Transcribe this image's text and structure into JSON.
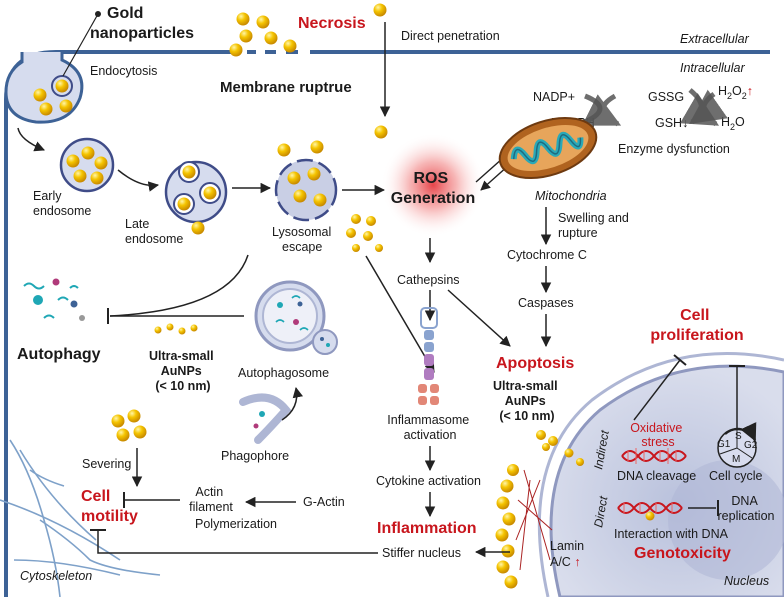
{
  "labels": {
    "gold_nanoparticles": [
      "Gold",
      "nanoparticles"
    ],
    "necrosis": "Necrosis",
    "membrane_rupture": "Membrane ruptrue",
    "direct_penetration": "Direct penetration",
    "extracellular": "Extracellular",
    "intracellular": "Intracellular",
    "endocytosis": "Endocytosis",
    "early_endosome": [
      "Early",
      "endosome"
    ],
    "late_endosome": [
      "Late",
      "endosome"
    ],
    "lysosomal_escape": [
      "Lysosomal",
      "escape"
    ],
    "ros_generation": [
      "ROS",
      "Generation"
    ],
    "nadp_plus": "NADP+",
    "nadph": "NADPH",
    "gssg": "GSSG",
    "gsh": "GSH",
    "h2o2_h2o": "H",
    "h2o2_2": "2",
    "h2o2_o": "O",
    "h2o2_o2": "2",
    "h2o_h": "H",
    "h2o_2": "2",
    "h2o_o": "O",
    "enzyme_dysfunction": "Enzyme dysfunction",
    "mitochondria": "Mitochondria",
    "swelling_rupture": [
      "Swelling and",
      "rupture"
    ],
    "cytochrome_c": "Cytochrome C",
    "caspases": "Caspases",
    "cathepsins": "Cathepsins",
    "apoptosis": "Apoptosis",
    "cell_proliferation": [
      "Cell",
      "proliferation"
    ],
    "autophagy": "Autophagy",
    "ultra_small_aunps_1": [
      "Ultra-small",
      "AuNPs",
      "(< 10 nm)"
    ],
    "ultra_small_aunps_2": [
      "Ultra-small",
      "AuNPs",
      "(< 10 nm)"
    ],
    "autophagosome": "Autophagosome",
    "phagophore": "Phagophore",
    "inflammasome_activation": [
      "Inflammasome",
      "activation"
    ],
    "cytokine_activation": "Cytokine activation",
    "inflammation": "Inflammation",
    "oxidative_stress": [
      "Oxidative",
      "stress"
    ],
    "indirect": "Indirect",
    "direct": "Direct",
    "dna_cleavage": "DNA cleavage",
    "cell_cycle": "Cell cycle",
    "g1": "G1",
    "s": "S",
    "g2": "G2",
    "m": "M",
    "dna_replication": [
      "DNA",
      "replication"
    ],
    "interaction_with_dna": "Interaction with DNA",
    "genotoxicity": "Genotoxicity",
    "severing": "Severing",
    "cell_motility": [
      "Cell",
      "motility"
    ],
    "actin_filament": [
      "Actin",
      "filament"
    ],
    "g_actin": "G-Actin",
    "polymerization": "Polymerization",
    "stiffer_nucleus": "Stiffer nucleus",
    "lamin_ac": [
      "Lamin",
      "A/C"
    ],
    "cytoskeleton": "Cytoskeleton",
    "nucleus": "Nucleus"
  },
  "colors": {
    "membrane": "#3d6296",
    "cytoplasm": "#ffffff",
    "accent_red": "#c8161d",
    "gold": "#f0b400",
    "gold_light": "#ffe46b",
    "vesicle_fill": "#d0d6ea",
    "vesicle_stroke": "#3f4c88",
    "nucleus_fill": "#c6cde3",
    "ros_glow": "#e8444a",
    "arrow": "#222222",
    "text": "#1a1a1a"
  }
}
